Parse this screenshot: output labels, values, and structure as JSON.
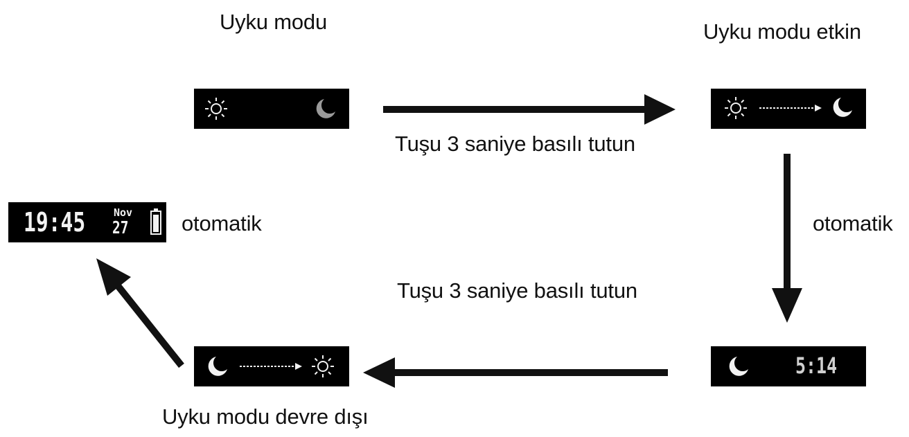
{
  "labels": {
    "sleep_mode": "Uyku modu",
    "sleep_mode_active": "Uyku modu etkin",
    "hold_button_top": "Tuşu 3 saniye basılı tutun",
    "hold_button_bottom": "Tuşu 3 saniye basılı tutun",
    "automatic_left": "otomatik",
    "automatic_right": "otomatik",
    "sleep_mode_off": "Uyku modu devre dışı"
  },
  "screens": {
    "clock_time": "19:45",
    "clock_month": "Nov",
    "clock_day": "27",
    "sleep_time": "5:14"
  },
  "icons": {
    "sun": "sun-icon",
    "moon": "moon-icon",
    "dotted_arrow": "dotted-arrow-icon",
    "battery": "battery-icon"
  },
  "colors": {
    "screen_bg": "#000000",
    "screen_fg": "#f2f2f2",
    "dim_moon": "#9a9a9a",
    "arrow": "#111111"
  }
}
